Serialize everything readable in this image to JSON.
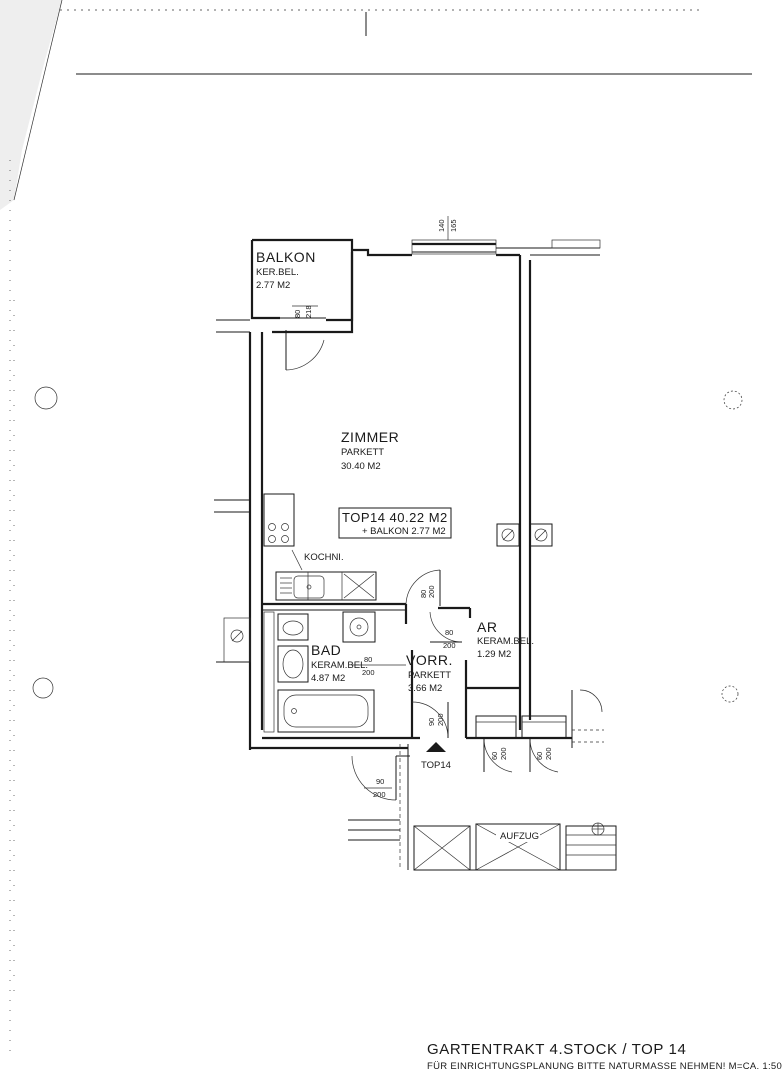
{
  "rooms": {
    "balkon": {
      "name": "BALKON",
      "floor": "KER.BEL.",
      "area": "2.77 M2"
    },
    "zimmer": {
      "name": "ZIMMER",
      "floor": "PARKETT",
      "area": "30.40 M2"
    },
    "unit": {
      "title": "TOP14  40.22  M2",
      "balkon": "+ BALKON  2.77  M2"
    },
    "kochni": {
      "name": "KOCHNI."
    },
    "bad": {
      "name": "BAD",
      "floor": "KERAM.BEL.",
      "area": "4.87  M2"
    },
    "vorr": {
      "name": "VORR.",
      "floor": "PARKETT",
      "area": "3.66  M2"
    },
    "ar": {
      "name": "AR",
      "floor": "KERAM.BEL.",
      "area": "1.29  M2"
    },
    "aufzug": {
      "name": "AUFZUG"
    }
  },
  "dims": {
    "window_top_a": "140",
    "window_top_b": "165",
    "balkon_door_a": "80",
    "balkon_door_b": "218",
    "kochni_door_w": "80",
    "kochni_door_h": "200",
    "ar_door_w": "80",
    "ar_door_h": "200",
    "bad_door_w": "80",
    "bad_door_h": "200",
    "entry_w": "90",
    "entry_h": "200",
    "stair_door_w": "90",
    "stair_door_h": "200",
    "shaft1_w": "60",
    "shaft1_h": "200",
    "shaft2_w": "60",
    "shaft2_h": "200"
  },
  "entry_label": "TOP14",
  "footer": {
    "title": "GARTENTRAKT   4.STOCK  /  TOP  14",
    "note": "FÜR  EINRICHTUNGSPLANUNG  BITTE  NATURMASSE  NEHMEN!   M=CA.  1:50"
  }
}
